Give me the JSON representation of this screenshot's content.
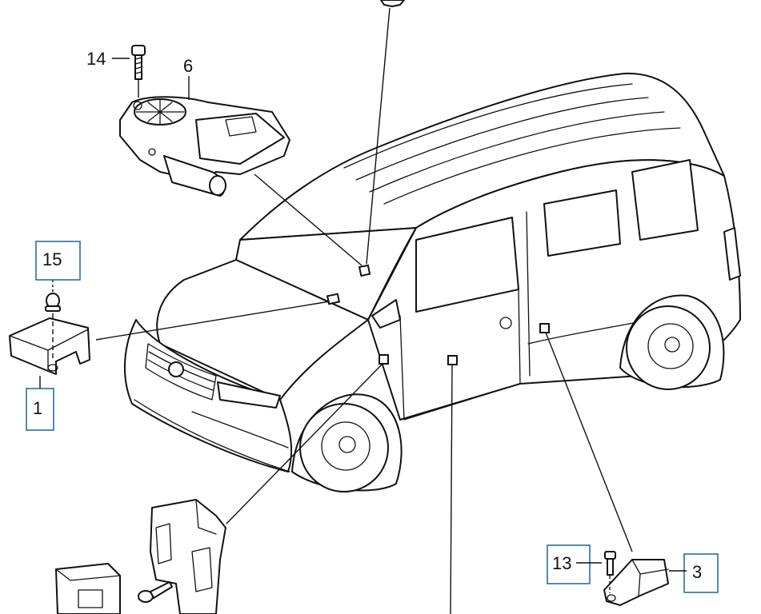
{
  "callouts": [
    {
      "id": "14",
      "label": "14",
      "highlighted": false
    },
    {
      "id": "6",
      "label": "6",
      "highlighted": false
    },
    {
      "id": "15",
      "label": "15",
      "highlighted": true
    },
    {
      "id": "1",
      "label": "1",
      "highlighted": true
    },
    {
      "id": "13",
      "label": "13",
      "highlighted": true
    },
    {
      "id": "3",
      "label": "3",
      "highlighted": true
    }
  ],
  "colors": {
    "ink": "#111111",
    "highlight_box": "#2a6f9e",
    "background": "#ffffff"
  }
}
